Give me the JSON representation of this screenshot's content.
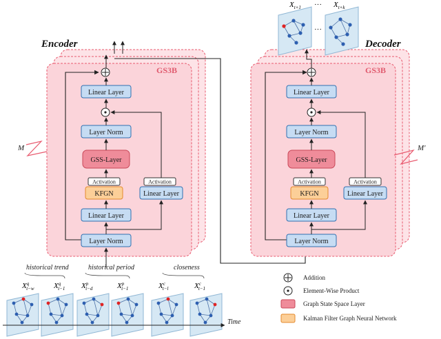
{
  "encoder": {
    "title": "Encoder",
    "block_label": "GS3B",
    "repeat": "M",
    "layers": {
      "linear_top": "Linear Layer",
      "layer_norm_mid": "Layer Norm",
      "gss": "GSS-Layer",
      "activation_left": "Activation",
      "kfgn": "KFGN",
      "linear_mid": "Linear Layer",
      "layer_norm_bottom": "Layer Norm",
      "activation_right": "Activation",
      "linear_right": "Linear Layer"
    }
  },
  "decoder": {
    "title": "Decoder",
    "block_label": "GS3B",
    "repeat": "M'",
    "layers": {
      "linear_top": "Linear Layer",
      "layer_norm_mid": "Layer Norm",
      "gss": "GSS-Layer",
      "activation_left": "Activation",
      "kfgn": "KFGN",
      "linear_mid": "Linear Layer",
      "layer_norm_bottom": "Layer Norm",
      "activation_right": "Activation",
      "linear_right": "Linear Layer"
    }
  },
  "outputs": {
    "first": "X",
    "first_sub": "t+1",
    "dots": "···",
    "last": "X",
    "last_sub": "t+k"
  },
  "inputs": {
    "historical_trend": "historical trend",
    "historical_period": "historical period",
    "closeness": "closeness",
    "time_axis": "Time",
    "graphs": [
      {
        "base": "X",
        "sup": "q",
        "sub": "t−w"
      },
      {
        "base": "X",
        "sup": "q",
        "sub": "t−1"
      },
      {
        "base": "X",
        "sup": "p",
        "sub": "t−d"
      },
      {
        "base": "X",
        "sup": "p",
        "sub": "t−1"
      },
      {
        "base": "X",
        "sup": "c",
        "sub": "t−l"
      },
      {
        "base": "X",
        "sup": "c",
        "sub": "t−1"
      }
    ]
  },
  "legend": {
    "addition": "Addition",
    "product": "Element-Wise Product",
    "gss_layer": "Graph State Space Layer",
    "kfgn": "Kalman Filter Graph Neural Network"
  },
  "colors": {
    "block_fill": "#fde3e7",
    "block_stroke": "#e8596e",
    "layer_fill": "#c6dcf3",
    "layer_stroke": "#2f6fb0",
    "gss_fill": "#ef8c9a",
    "kfgn_fill": "#fccf98",
    "kfgn_stroke": "#e38a2c",
    "graph_fill": "#d6e8f4",
    "node_blue": "#2d5fb0",
    "node_red": "#e02424"
  }
}
